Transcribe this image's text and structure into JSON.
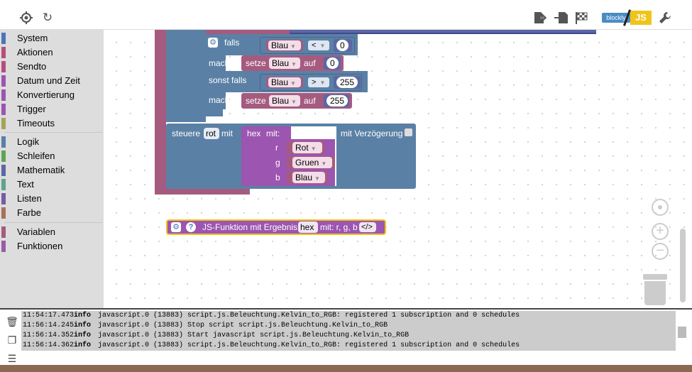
{
  "toolbar": {
    "left_icons": [
      "target-icon",
      "refresh-icon"
    ],
    "right_icons": [
      "export-icon",
      "import-icon",
      "checkered-flag-icon"
    ],
    "blockly_label": "blockly",
    "js_label": "JS",
    "settings_icon": "wrench-icon"
  },
  "sidebar": {
    "groups": [
      [
        {
          "label": "System",
          "color": "#4b75b9"
        },
        {
          "label": "Aktionen",
          "color": "#b84e7d"
        },
        {
          "label": "Sendto",
          "color": "#b84e7d"
        },
        {
          "label": "Datum und Zeit",
          "color": "#9c55b0"
        },
        {
          "label": "Konvertierung",
          "color": "#9c55b0"
        },
        {
          "label": "Trigger",
          "color": "#9c55b0"
        },
        {
          "label": "Timeouts",
          "color": "#a4a45a"
        }
      ],
      [
        {
          "label": "Logik",
          "color": "#5b80a5"
        },
        {
          "label": "Schleifen",
          "color": "#5ba55b"
        },
        {
          "label": "Mathematik",
          "color": "#5b67a5"
        },
        {
          "label": "Text",
          "color": "#5ba58c"
        },
        {
          "label": "Listen",
          "color": "#745ba5"
        },
        {
          "label": "Farbe",
          "color": "#a5745b"
        }
      ],
      [
        {
          "label": "Variablen",
          "color": "#a55b80"
        },
        {
          "label": "Funktionen",
          "color": "#995ba5"
        }
      ]
    ]
  },
  "blocks": {
    "if_block": {
      "falls": "falls",
      "mache": "mache",
      "sonst_falls": "sonst falls",
      "setze": "setze",
      "auf": "auf",
      "var": "Blau",
      "op_lt": "<",
      "op_gt": ">",
      "zero": "0",
      "max": "255"
    },
    "control_block": {
      "steuere": "steuere",
      "target": "rot",
      "mit": "mit",
      "hex": "hex",
      "hex_mit": "mit:",
      "verzoegerung": "mit Verzögerung",
      "params": [
        {
          "name": "r",
          "var": "Rot"
        },
        {
          "name": "g",
          "var": "Gruen"
        },
        {
          "name": "b",
          "var": "Blau"
        }
      ]
    },
    "js_function": {
      "help": "?",
      "label": "JS-Funktion mit Ergebnis",
      "name": "hex",
      "args": "mit: r, g, b",
      "code": "</>"
    }
  },
  "workspace_controls": [
    "center-icon",
    "zoom-in-icon",
    "zoom-out-icon",
    "trash-icon"
  ],
  "log": {
    "tools": [
      "delete-icon",
      "copy-icon",
      "toggle-icon"
    ],
    "rows": [
      {
        "time": "11:54:17.473",
        "level": "info",
        "message": "javascript.0 (13883) script.js.Beleuchtung.Kelvin_to_RGB: registered 1 subscription and 0 schedules"
      },
      {
        "time": "11:56:14.245",
        "level": "info",
        "message": "javascript.0 (13883) Stop script script.js.Beleuchtung.Kelvin_to_RGB"
      },
      {
        "time": "11:56:14.352",
        "level": "info",
        "message": "javascript.0 (13883) Start javascript script.js.Beleuchtung.Kelvin_to_RGB"
      },
      {
        "time": "11:56:14.362",
        "level": "info",
        "message": "javascript.0 (13883) script.js.Beleuchtung.Kelvin_to_RGB: registered 1 subscription and 0 schedules"
      }
    ]
  },
  "colors": {
    "logic_blue": "#5b80a5",
    "variable_pink": "#a55b80",
    "color_purple": "#9c55b0",
    "math_blue": "#5b67a5",
    "highlight_yellow": "#f0c419"
  }
}
